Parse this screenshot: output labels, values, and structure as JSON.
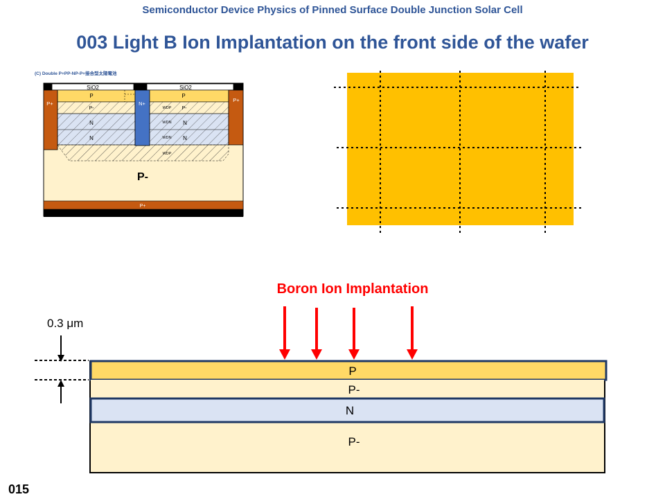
{
  "header": {
    "subtitle": "Semiconductor Device Physics of Pinned Surface Double Junction Solar Cell",
    "title": "003   Light B Ion Implantation on the front side of the wafer"
  },
  "cell_diagram": {
    "caption": "(C)  Double P+PP-NP-P+接合型太陽電池",
    "oxide_left": "SiO2",
    "oxide_right": "SiO2",
    "contact_left": "P+",
    "contact_n": "N+",
    "contact_right": "P+",
    "layer_p": "P",
    "layer_pminus": "P-",
    "layer_n": "N",
    "layer_n_lower": "N",
    "right_p": "P",
    "right_pminus": "P-",
    "right_n": "N",
    "right_n_lower": "N",
    "wdp_top": "WDP",
    "wdn_a": "WDN",
    "wdn_b": "WDN",
    "wdp_bottom": "WDP",
    "substrate": "P-",
    "back_contact": "P+"
  },
  "cross_section": {
    "implant_label": "Boron Ion Implantation",
    "depth_label": "0.3 μm",
    "layers": {
      "p": "P",
      "p_minus": "P-",
      "n": "N",
      "substrate": "P-"
    }
  },
  "colors": {
    "title_blue": "#2f5597",
    "implant_red": "#ff0000",
    "wafer_gold": "#ffc000",
    "p_layer": "#ffd966",
    "p_minus_layer": "#fff2cc",
    "n_layer": "#dae3f3",
    "n_plus": "#4472c4",
    "p_plus": "#c55a11"
  },
  "footer": {
    "slide_number": "015"
  }
}
